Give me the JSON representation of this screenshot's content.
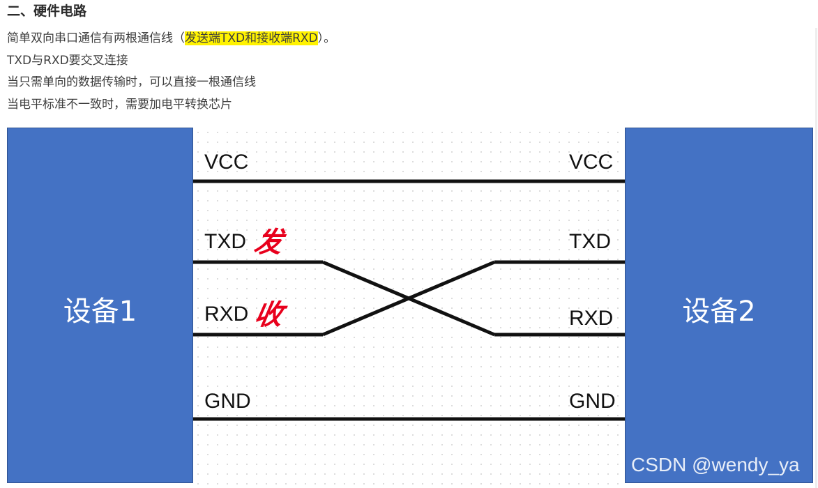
{
  "section_heading": "二、硬件电路",
  "paragraphs": {
    "line1_before": "简单双向串口通信有两根通信线（",
    "line1_highlight": "发送端TXD和接收端RXD",
    "line1_after": "）。",
    "line2": "TXD与RXD要交叉连接",
    "line3": "当只需单向的数据传输时，可以直接一根通信线",
    "line4": "当电平标准不一致时，需要加电平转换芯片"
  },
  "diagram": {
    "device_left": "设备1",
    "device_right": "设备2",
    "left_signals": {
      "vcc": "VCC",
      "txd": "TXD",
      "rxd": "RXD",
      "gnd": "GND"
    },
    "right_signals": {
      "vcc": "VCC",
      "txd": "TXD",
      "rxd": "RXD",
      "gnd": "GND"
    },
    "annotation_send": "发",
    "annotation_receive": "收",
    "colors": {
      "device_fill": "#4472c4",
      "wire": "#111111",
      "annotation": "#e8001c",
      "highlight": "#fff200"
    },
    "watermark": "CSDN @wendy_ya"
  }
}
